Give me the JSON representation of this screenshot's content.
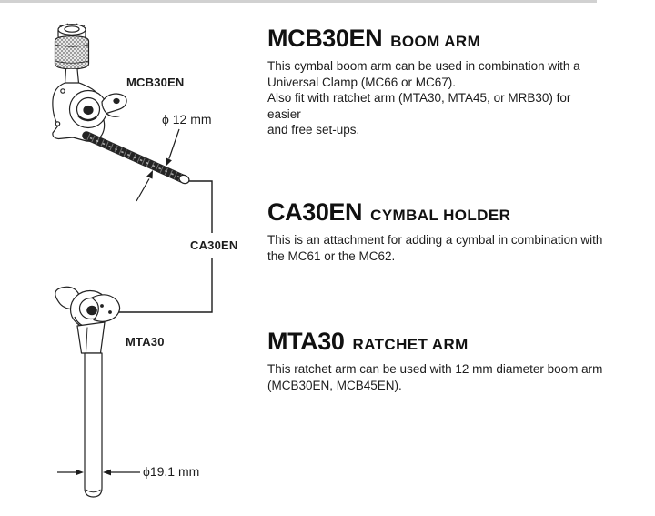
{
  "colors": {
    "ink": "#1d1d1d",
    "paper": "#ffffff",
    "rod_fill": "#242424",
    "top_strip": "#c9c9c9"
  },
  "diagram": {
    "boom_arm_label": "MCB30EN",
    "boom_diameter_label": "ϕ 12 mm",
    "connector_label": "CA30EN",
    "ratchet_arm_label": "MTA30",
    "tube_diameter_label": "ϕ19.1 mm",
    "icons": [
      "boom-arm-line-drawing",
      "ratchet-arm-line-drawing",
      "dimension-arrows",
      "connector-bracket"
    ]
  },
  "sections": [
    {
      "model": "MCB30EN",
      "category": "BOOM ARM",
      "description": [
        "This cymbal boom arm can be used in combination with a",
        "Universal Clamp (MC66 or MC67).",
        "Also fit with ratchet arm (MTA30, MTA45, or MRB30) for easier",
        "and free set-ups."
      ]
    },
    {
      "model": "CA30EN",
      "category": "CYMBAL HOLDER",
      "description": [
        "This is an attachment for adding a cymbal in combination with",
        "the MC61 or the MC62."
      ]
    },
    {
      "model": "MTA30",
      "category": "RATCHET ARM",
      "description": [
        "This ratchet arm can be used with 12 mm diameter boom arm",
        "(MCB30EN, MCB45EN)."
      ]
    }
  ]
}
